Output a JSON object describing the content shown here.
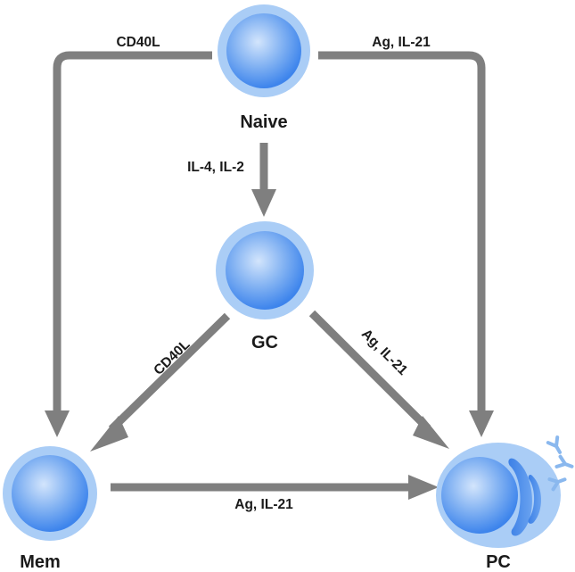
{
  "nodes": {
    "naive": {
      "label": "Naive"
    },
    "gc": {
      "label": "GC"
    },
    "mem": {
      "label": "Mem"
    },
    "pc": {
      "label": "PC"
    }
  },
  "edges": {
    "naive_to_mem": {
      "label": "CD40L"
    },
    "naive_to_pc": {
      "label": "Ag, IL-21"
    },
    "naive_to_gc": {
      "label": "IL-4, IL-2"
    },
    "gc_to_mem": {
      "label": "CD40L"
    },
    "gc_to_pc": {
      "label": "Ag, IL-21"
    },
    "mem_to_pc": {
      "label": "Ag, IL-21"
    }
  },
  "colors": {
    "arrow": "#7f7f7f",
    "cell_outer": "#aacdf6",
    "cell_inner_light": "#cfe2fb",
    "cell_inner_dark": "#3f86ec",
    "antibody": "#8ab8ee",
    "text": "#1a1a1a"
  },
  "icons": {
    "antibody": "antibody-icon"
  }
}
